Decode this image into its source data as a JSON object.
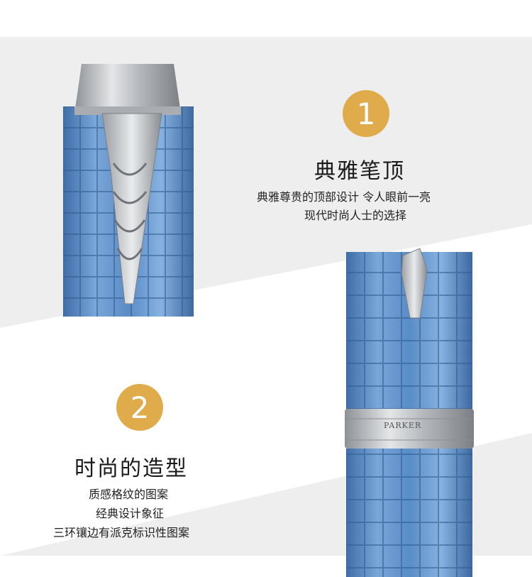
{
  "colors": {
    "badge": "#e0ac4b",
    "barrel_blue": "#5f8fc8",
    "metal": "#bfc3c7",
    "band_grey": "#eeeeee"
  },
  "feature1": {
    "number": "1",
    "title": "典雅笔顶",
    "lines": [
      "典雅尊贵的顶部设计  令人眼前一亮",
      "现代时尚人士的选择"
    ]
  },
  "feature2": {
    "number": "2",
    "title": "时尚的造型",
    "lines": [
      "质感格纹的图案",
      "经典设计象征",
      "三环镶边有派克标识性图案"
    ]
  },
  "pen": {
    "brand": "PARKER"
  }
}
